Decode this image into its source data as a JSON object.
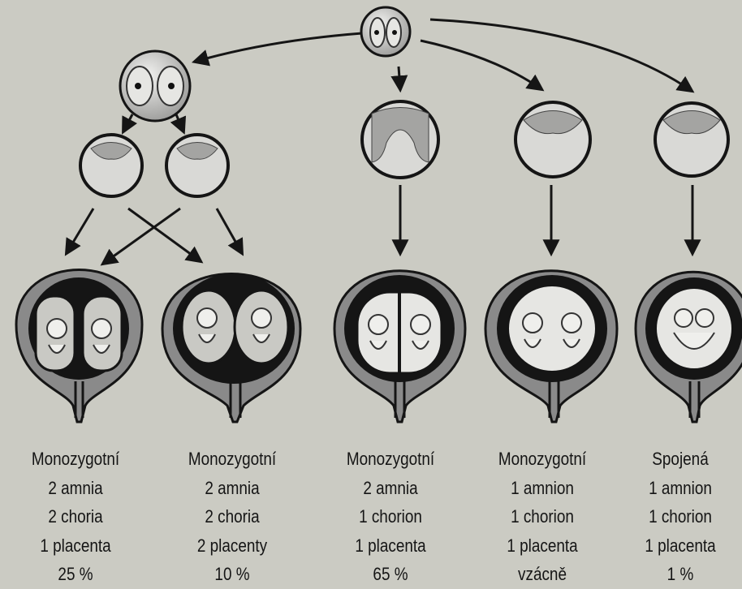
{
  "columns": [
    {
      "lines": [
        "Monozygotní",
        "2 amnia",
        "2 choria",
        "1 placenta",
        "25 %"
      ]
    },
    {
      "lines": [
        "Monozygotní",
        "2 amnia",
        "2 choria",
        "2 placenty",
        "10 %"
      ]
    },
    {
      "lines": [
        "Monozygotní",
        "2 amnia",
        "1 chorion",
        "1 placenta",
        "65 %"
      ]
    },
    {
      "lines": [
        "Monozygotní",
        "1 amnion",
        "1 chorion",
        "1 placenta",
        "vzácně"
      ]
    },
    {
      "lines": [
        "Spojená",
        "1 amnion",
        "1 chorion",
        "1 placenta",
        "1 %"
      ]
    }
  ],
  "colors": {
    "background": "#cbcbc3",
    "uterus_wall": "#8a8a8a",
    "dark": "#151515",
    "cell_fill": "#d6d6d4"
  }
}
